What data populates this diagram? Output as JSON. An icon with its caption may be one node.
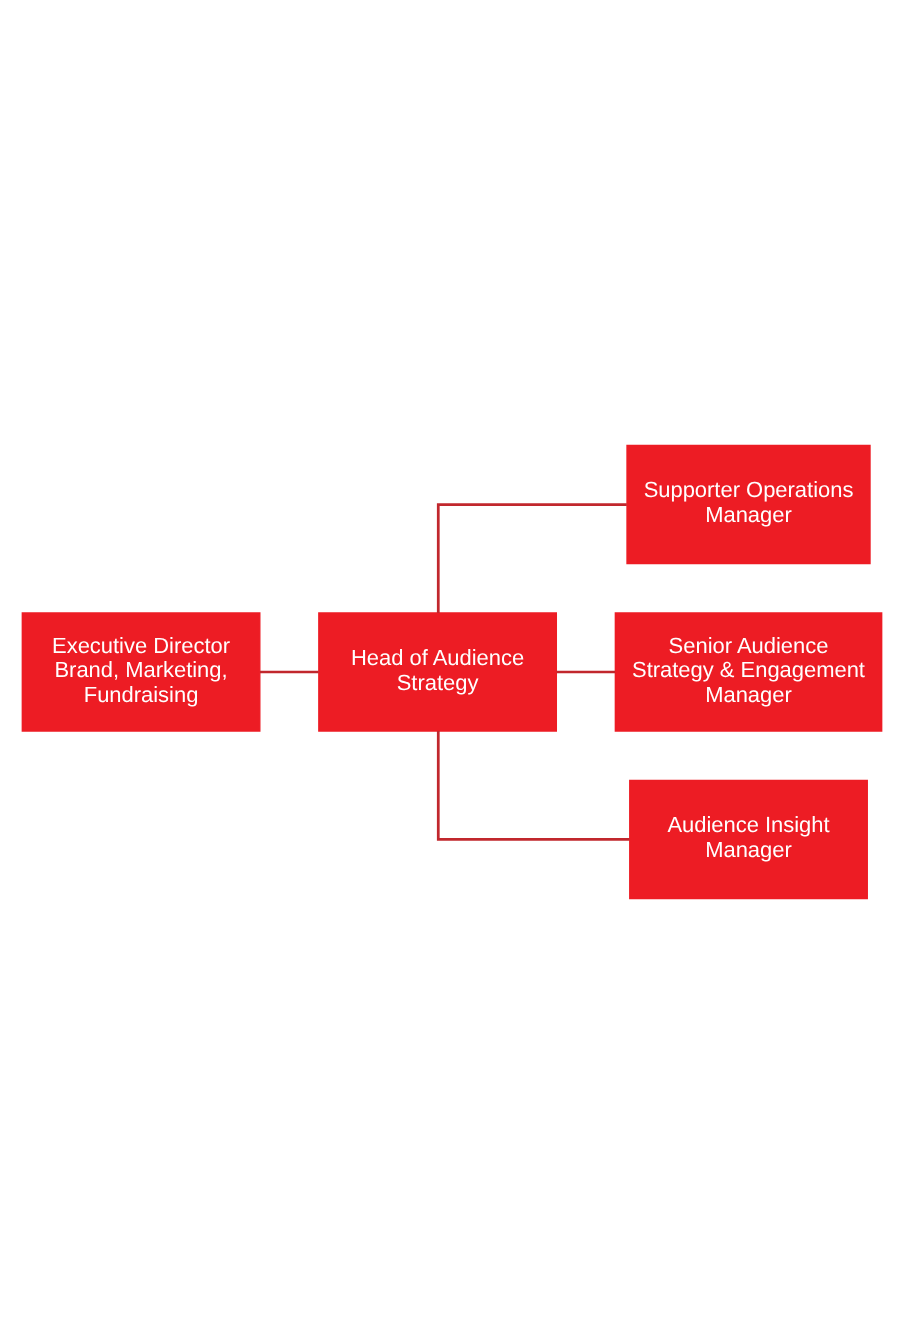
{
  "diagram": {
    "nodes": [
      {
        "text": [
          "Executive Director Brand, Marketing, Fundraising"
        ]
      },
      {
        "text": [
          "Head of Audience Strategy"
        ]
      },
      {
        "text": [
          "Supporter Operations Manager"
        ]
      },
      {
        "text": [
          "Senior Audience Strategy & Engagement Manager"
        ]
      },
      {
        "text": [
          "Audience Insight Manager"
        ]
      }
    ],
    "edges": [
      {
        "from": 0,
        "to": 1,
        "arrow": "none"
      },
      {
        "from": 1,
        "to": 2,
        "arrow": "none"
      },
      {
        "from": 1,
        "to": 3,
        "arrow": "none"
      },
      {
        "from": 1,
        "to": 4,
        "arrow": "none"
      }
    ]
  }
}
